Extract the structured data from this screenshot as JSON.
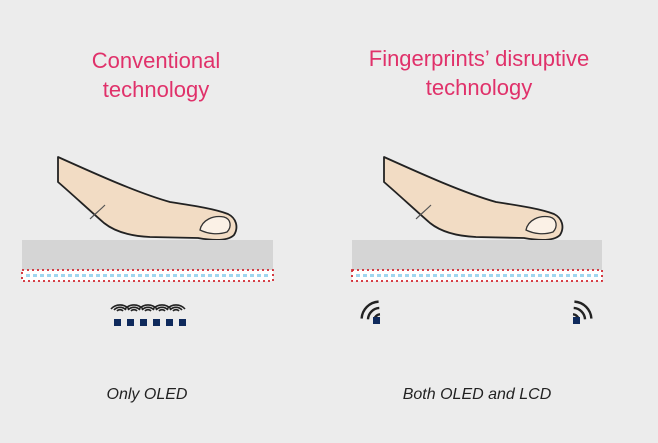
{
  "panels": [
    {
      "title_line1": "Conventional",
      "title_line2": "technology",
      "caption": "Only OLED",
      "sensor_count": 6
    },
    {
      "title_line1": "Fingerprints’ disruptive",
      "title_line2": "technology",
      "caption": "Both OLED and LCD",
      "sensor_count": 2
    }
  ],
  "colors": {
    "title": "#e0316a",
    "background": "#ececec",
    "glass": "#d5d5d5",
    "display_layer": "#9fd6ef",
    "dotted_border": "#d2262f",
    "sensor": "#0f2a5c",
    "finger": "#f2dcc4"
  },
  "icons": [
    "finger-icon",
    "wifi-signal-icon",
    "sensor-square-icon"
  ]
}
